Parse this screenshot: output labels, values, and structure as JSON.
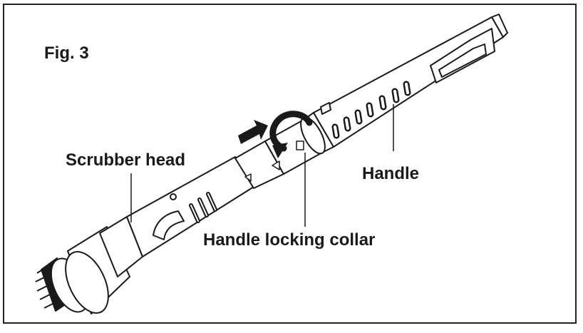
{
  "figure": {
    "number_label": "Fig. 3",
    "labels": {
      "scrubber_head": "Scrubber head",
      "handle": "Handle",
      "locking_collar": "Handle locking collar"
    }
  },
  "icons": [
    "brush-bristles-icon",
    "push-arrow-icon",
    "rotate-arrow-icon",
    "lock-triangle-icon"
  ]
}
